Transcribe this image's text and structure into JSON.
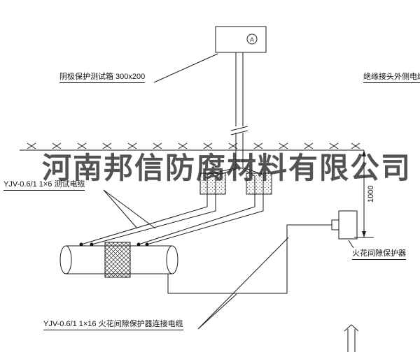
{
  "watermark": "河南邦信防腐材料有限公司",
  "labels": {
    "test_box": "阴极保护测试箱 300x200",
    "outer_cable": "绝缘接头外侧电缆",
    "test_cable": "YJV-0.6/1 1×6  测试电缆",
    "spark_gap": "火花间隙保护器",
    "connect_cable": "YJV-0.6/1 1×16  火花间隙保护器连接电缆",
    "dimension_1000": "1000",
    "meter_letter": "A"
  },
  "colors": {
    "line": "#1a1a1a",
    "watermark": "rgba(45,45,45,0.82)"
  }
}
